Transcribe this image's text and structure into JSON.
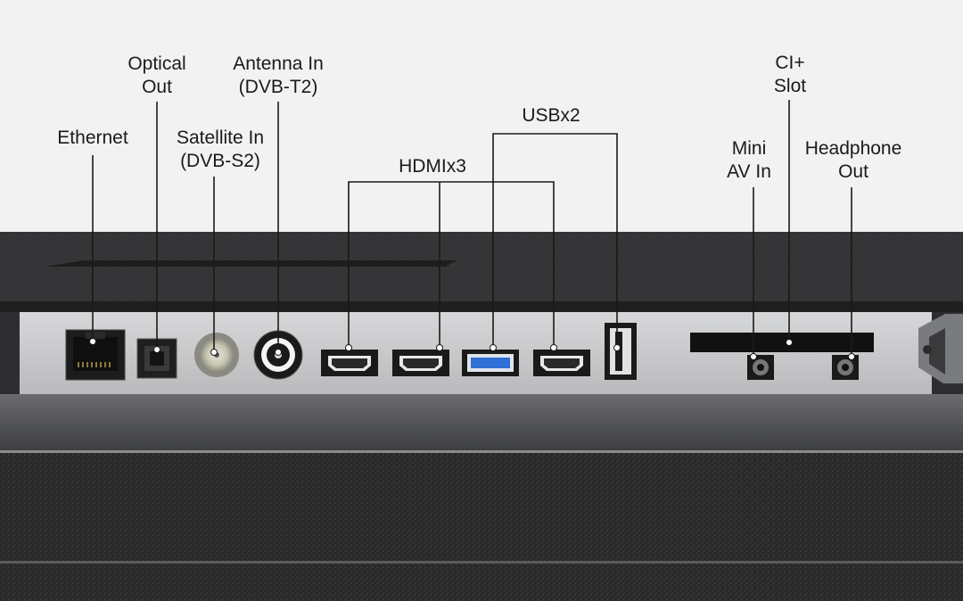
{
  "labels": {
    "ethernet": "Ethernet",
    "optical_line1": "Optical",
    "optical_line2": "Out",
    "antenna_line1": "Antenna In",
    "antenna_line2": "(DVB-T2)",
    "satellite_line1": "Satellite In",
    "satellite_line2": "(DVB-S2)",
    "hdmi": "HDMIx3",
    "usb": "USBx2",
    "mini_av_line1": "Mini",
    "mini_av_line2": "AV In",
    "ci_line1": "CI+",
    "ci_line2": "Slot",
    "headphone_line1": "Headphone",
    "headphone_line2": "Out"
  },
  "colors": {
    "background": "#f2f2f2",
    "panel": "#3a3a3c",
    "port_strip": "#c9cacc",
    "usb_blue": "#2f6fd6",
    "callout_line": "#1a1a1a"
  }
}
